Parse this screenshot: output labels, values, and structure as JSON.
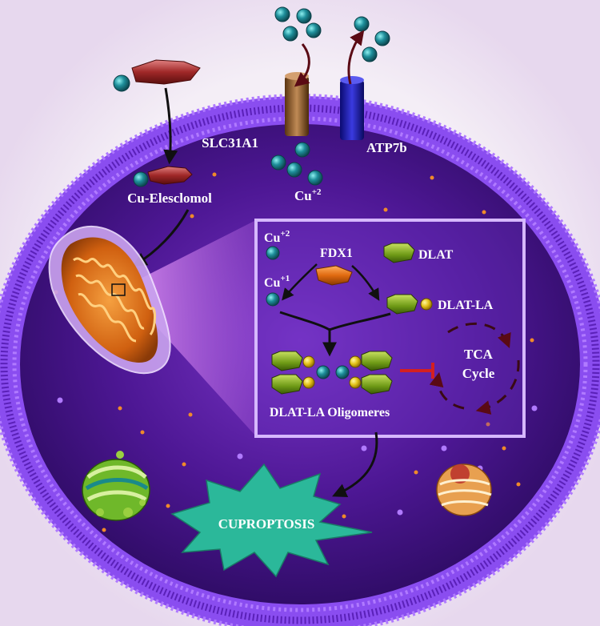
{
  "labels": {
    "slc31a1": "SLC31A1",
    "atp7b": "ATP7b",
    "cu_elesclomol": "Cu-Elesclomol",
    "cu_plus2_outer": "Cu",
    "cu_plus2_outer_sup": "+2",
    "cu_plus2_inset": "Cu",
    "cu_plus2_inset_sup": "+2",
    "cu_plus1_inset": "Cu",
    "cu_plus1_inset_sup": "+1",
    "fdx1": "FDX1",
    "dlat": "DLAT",
    "dlat_la": "DLAT-LA",
    "tca_line1": "TCA",
    "tca_line2": "Cycle",
    "oligomeres": "DLAT-LA Oligomeres",
    "cuproptosis": "CUPROPTOSIS"
  },
  "colors": {
    "background": "#f4eef6",
    "cytoplasm": "#4a168f",
    "membrane": "#8a4df0",
    "copper_ion": "#1e8e9a",
    "importer": "#8a5a2e",
    "exporter": "#1f1fa8",
    "inhibition": "#d42020",
    "cuproptosis_star": "#2bb89a"
  }
}
